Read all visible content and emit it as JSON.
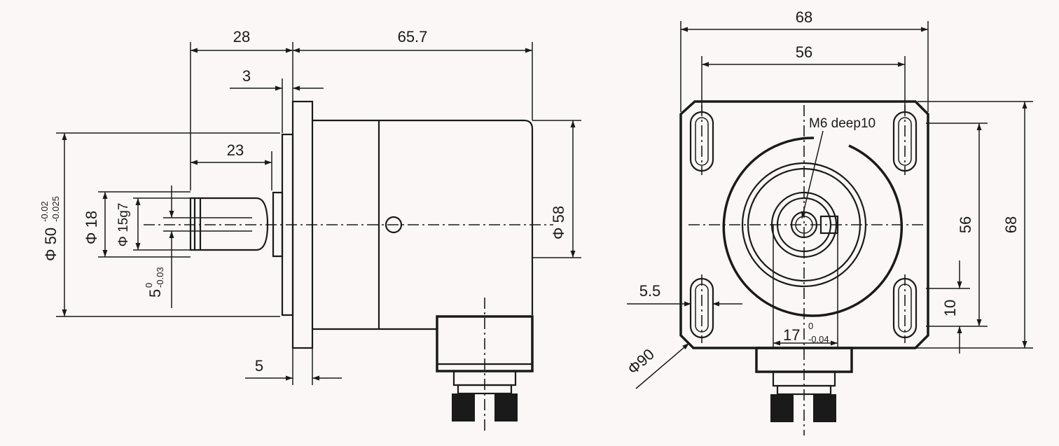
{
  "side_view": {
    "dim_28": "28",
    "dim_65_7": "65.7",
    "dim_3": "3",
    "dim_23": "23",
    "dim_5": "5",
    "dim_phi50_main": "Φ 50",
    "dim_phi50_tol_upper": "-0.02",
    "dim_phi50_tol_lower": "-0.025",
    "dim_phi18": "Φ 18",
    "dim_phi15g7": "Φ 15g7",
    "dim_key_main": "5",
    "dim_key_tol_upper": "0",
    "dim_key_tol_lower": "-0.03",
    "dim_phi58": "Φ 58"
  },
  "front_view": {
    "dim_68_top": "68",
    "dim_56_top": "56",
    "note_tapped_hole": "M6 deep10",
    "dim_56_right": "56",
    "dim_68_right": "68",
    "dim_5_5": "5.5",
    "dim_10": "10",
    "dim_17_main": "17",
    "dim_17_tol_upper": "0",
    "dim_17_tol_lower": "-0.04",
    "dim_phi90": "Φ90"
  },
  "colors": {
    "background": "#fbf7f6",
    "line": "#1a1a1a",
    "connector": "#1a1a1a"
  }
}
